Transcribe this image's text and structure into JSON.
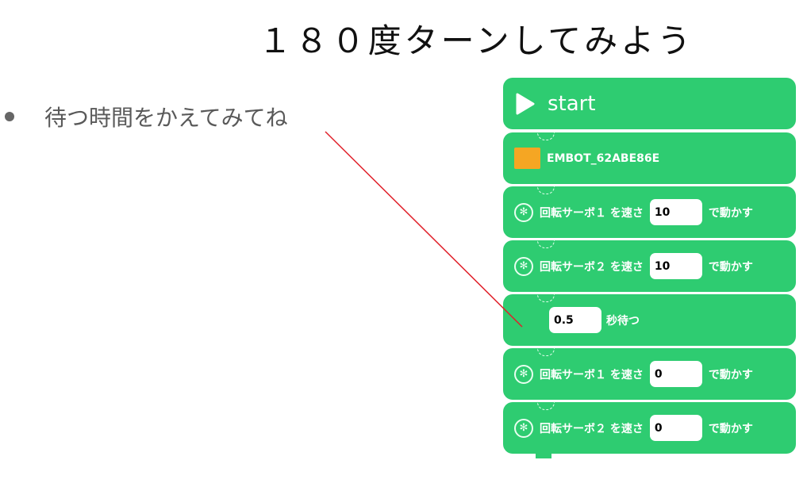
{
  "title": "１８０度ターンしてみよう",
  "bullet": "待つ時間をかえてみてね",
  "blocks": {
    "start": "start",
    "device": "EMBOT_62ABE86E",
    "servo1a": {
      "label": "回転サーボ１ を速さ",
      "value": "10",
      "suffix": "で動かす"
    },
    "servo2a": {
      "label": "回転サーボ２ を速さ",
      "value": "10",
      "suffix": "で動かす"
    },
    "wait": {
      "value": "0.5",
      "suffix": "秒待つ"
    },
    "servo1b": {
      "label": "回転サーボ１ を速さ",
      "value": "0",
      "suffix": "で動かす"
    },
    "servo2b": {
      "label": "回転サーボ２ を速さ",
      "value": "0",
      "suffix": "で動かす"
    }
  },
  "colors": {
    "block": "#2ecc71",
    "pointer": "#e0202a"
  }
}
